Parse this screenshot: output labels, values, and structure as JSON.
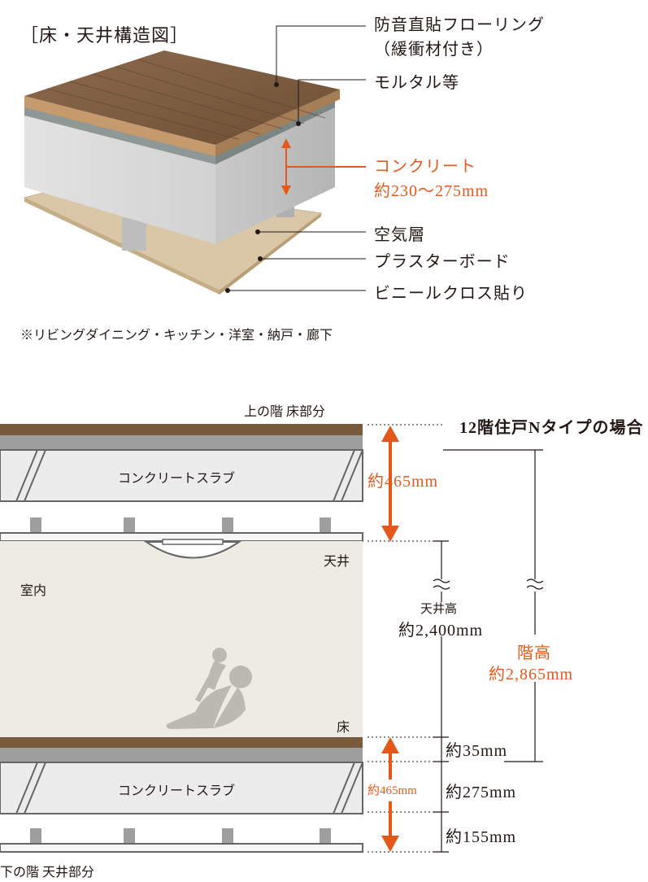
{
  "top": {
    "title": "［床・天井構造図］",
    "labels": {
      "flooring_line1": "防音直貼フローリング",
      "flooring_line2": "（緩衝材付き）",
      "mortar": "モルタル等",
      "concrete_line1": "コンクリート",
      "concrete_line2": "約230〜275mm",
      "air_layer": "空気層",
      "plaster_board": "プラスターボード",
      "vinyl_cloth": "ビニールクロス貼り"
    },
    "note": "※リビングダイニング・キッチン・洋室・納戸・廊下"
  },
  "section": {
    "upper_floor_label": "上の階 床部分",
    "case_label": "12階住戸Nタイプの場合",
    "slab_upper": "コンクリートスラブ",
    "slab_lower": "コンクリートスラブ",
    "dim_upper": "約465mm",
    "dim_lower": "約465mm",
    "ceiling_label": "天井",
    "room_label": "室内",
    "floor_label": "床",
    "ceiling_height_title": "天井高",
    "ceiling_height_value": "約2,400mm",
    "floor_height_title": "階高",
    "floor_height_value": "約2,865mm",
    "d35": "約35mm",
    "d275": "約275mm",
    "d155": "約155mm",
    "lower_ceiling_label": "下の階 天井部分"
  },
  "colors": {
    "accent_orange": "#e4591b",
    "wood": "#7a5a3c",
    "slab_gray": "#ececec",
    "room_bg": "#eeebe4"
  }
}
